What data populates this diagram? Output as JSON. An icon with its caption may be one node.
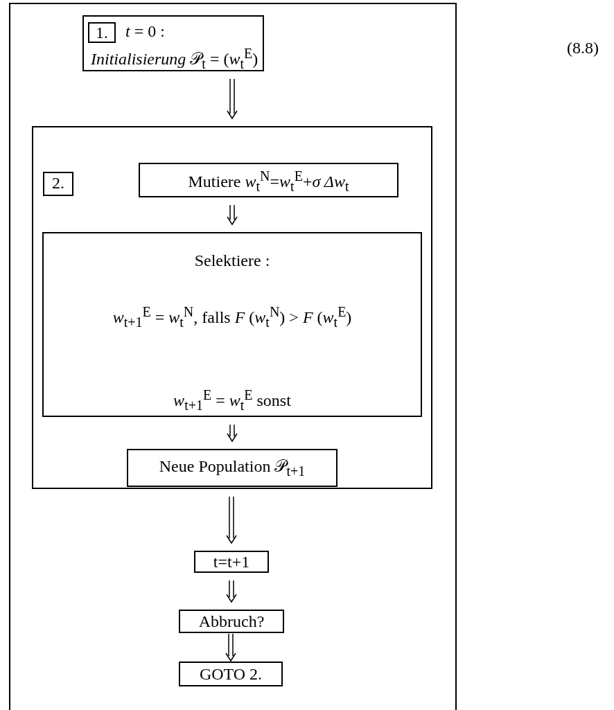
{
  "diagram": {
    "nodes": [
      {
        "text": [
          "*t* = 0 :",
          "*Initialisierung*   𝒫$_{t}$ = (*w*$_{t}$$^{E}$)"
        ]
      },
      {
        "text": [
          "1."
        ],
        "in": 0
      },
      {
        "text": [],
        "shape": "box"
      },
      {
        "text": [
          "2."
        ],
        "in": 2
      },
      {
        "text": [
          "Mutiere   *w*$_{t}$$^{N}$=*w*$_{t}$$^{E}$+*σ Δw*$_{t}$"
        ],
        "in": 2
      },
      {
        "text": [
          "Selektiere :",
          "*w*$_{t+1}$$^{E}$ = *w*$_{t}$$^{N}$, falls   *F* (*w*$_{t}$$^{N}$) > *F* (*w*$_{t}$$^{E}$)",
          "*w*$_{t+1}$$^{E}$ = *w*$_{t}$$^{E}$   sonst"
        ],
        "in": 2
      },
      {
        "text": [
          "Neue Population 𝒫$_{t+1}$"
        ],
        "in": 2
      },
      {
        "text": [
          "t=t+1"
        ]
      },
      {
        "text": [
          "Abbruch?"
        ]
      },
      {
        "text": [
          "GOTO 2."
        ]
      }
    ],
    "edges": [
      {
        "from": 0,
        "to": 2,
        "arrow": "to"
      },
      {
        "from": 4,
        "to": 5,
        "arrow": "to"
      },
      {
        "from": 5,
        "to": 6,
        "arrow": "to"
      },
      {
        "from": 2,
        "to": 7,
        "arrow": "to"
      },
      {
        "from": 7,
        "to": 8,
        "arrow": "to"
      },
      {
        "from": 8,
        "to": 9,
        "arrow": "to"
      }
    ],
    "labels": [
      "(8.8)"
    ]
  }
}
